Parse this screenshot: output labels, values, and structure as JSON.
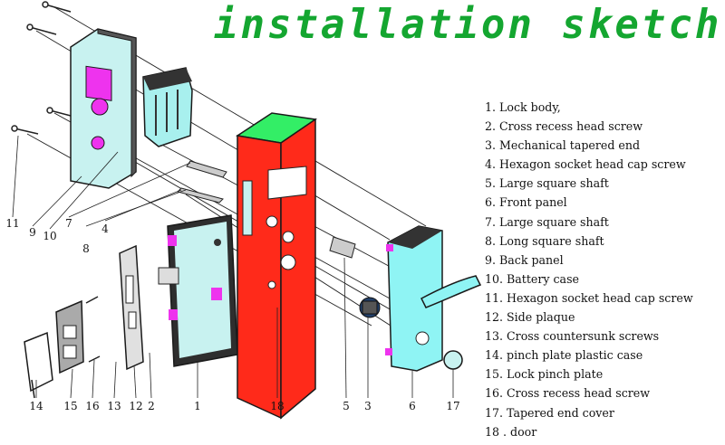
{
  "title": "installation sketch",
  "legend": [
    "1. Lock body,",
    "2. Cross recess head screw",
    "3. Mechanical tapered end",
    "4. Hexagon socket head cap screw",
    "5. Large square shaft",
    "6. Front panel",
    "7. Large square shaft",
    "8. Long square shaft",
    "9. Back panel",
    "10. Battery case",
    "11. Hexagon socket head cap screw",
    "12. Side plaque",
    "13. Cross countersunk screws",
    "14.  pinch plate plastic case",
    "15.  Lock pinch plate",
    "16.  Cross recess head screw",
    "17.  Tapered end cover",
    "18 . door"
  ],
  "callouts": [
    "11",
    "9",
    "10",
    "7",
    "8",
    "4",
    "14",
    "15",
    "16",
    "13",
    "12",
    "2",
    "1",
    "18",
    "5",
    "3",
    "6",
    "17"
  ],
  "colors": {
    "title": "#14a630",
    "door": "#ff2a1a",
    "door_top": "#33ee66",
    "panel": "#8ff4f4",
    "accent": "#ee33ee",
    "outline": "#1a1a1a"
  }
}
